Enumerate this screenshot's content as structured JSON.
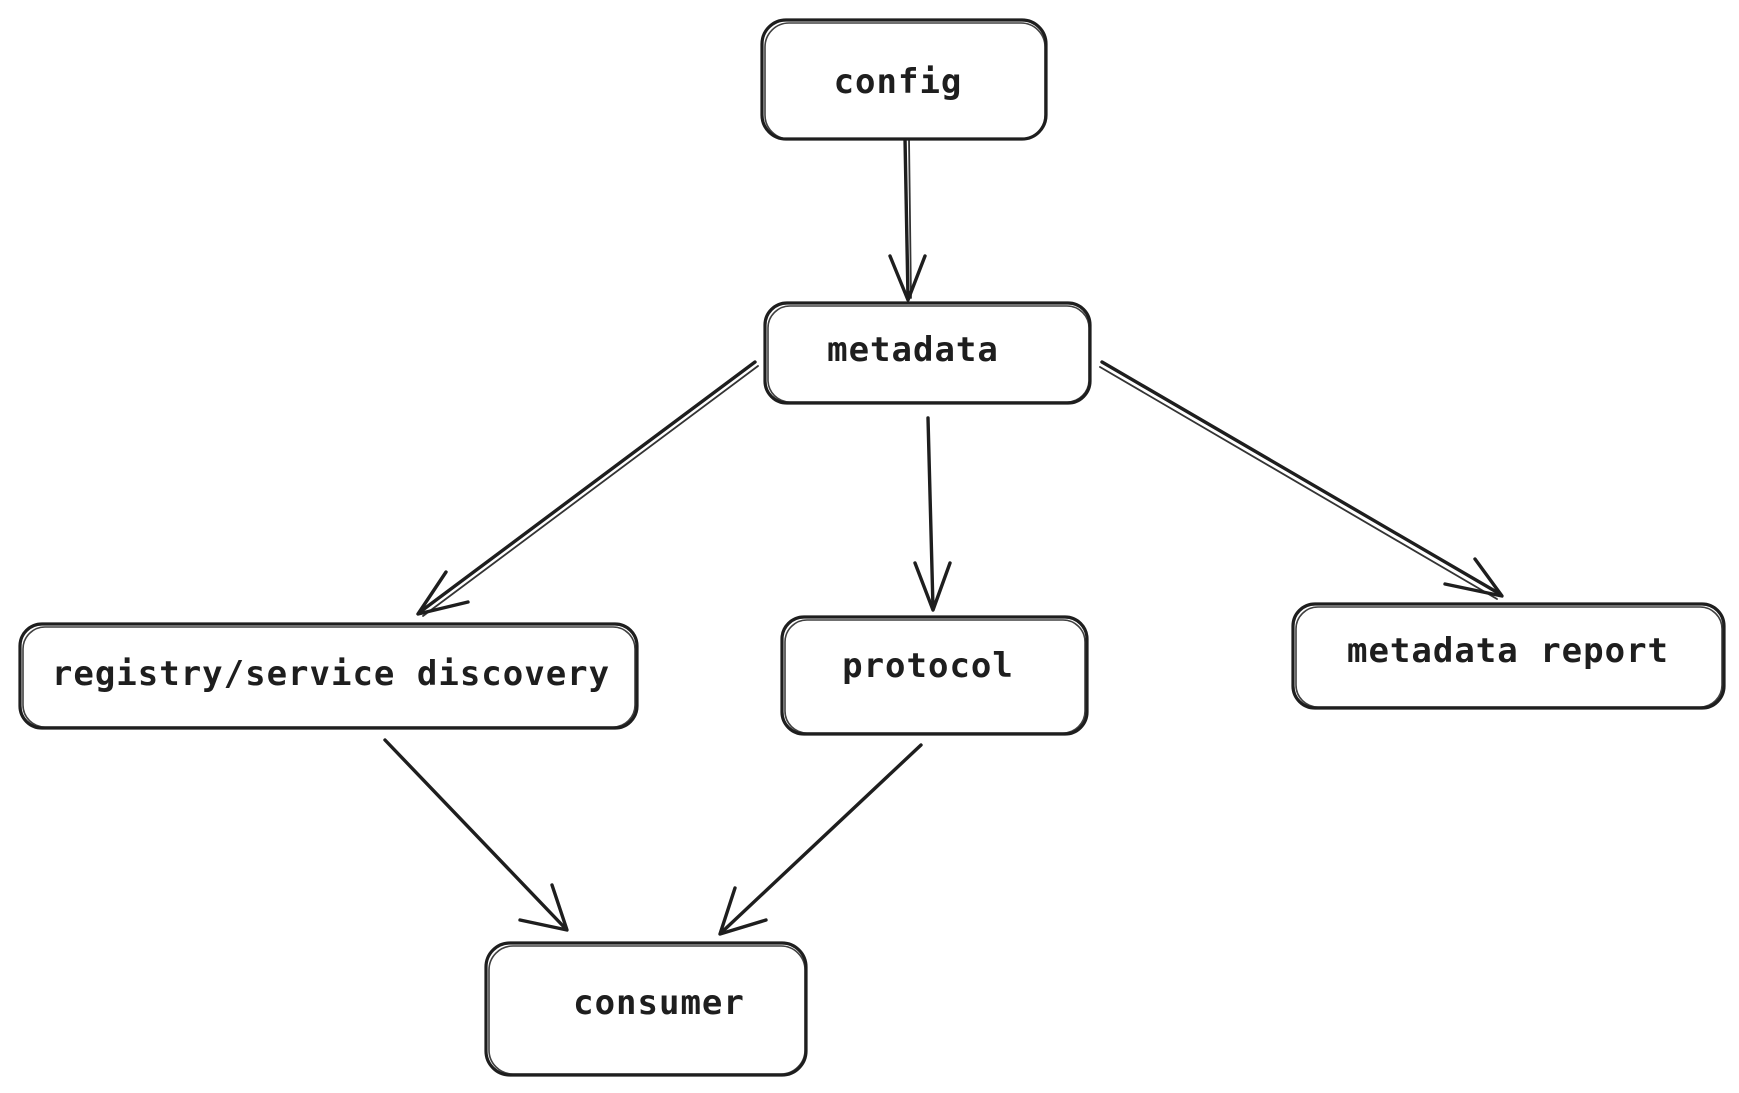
{
  "diagram": {
    "nodes": [
      {
        "id": "config",
        "label": "config"
      },
      {
        "id": "metadata",
        "label": "metadata"
      },
      {
        "id": "registry",
        "label": "registry/service discovery"
      },
      {
        "id": "protocol",
        "label": "protocol"
      },
      {
        "id": "metadata_report",
        "label": "metadata report"
      },
      {
        "id": "consumer",
        "label": "consumer"
      }
    ],
    "edges": [
      {
        "from": "config",
        "to": "metadata"
      },
      {
        "from": "metadata",
        "to": "registry"
      },
      {
        "from": "metadata",
        "to": "protocol"
      },
      {
        "from": "metadata",
        "to": "metadata_report"
      },
      {
        "from": "registry",
        "to": "consumer"
      },
      {
        "from": "protocol",
        "to": "consumer"
      }
    ],
    "style": {
      "stroke_color": "#1e1e1e",
      "background_color": "#ffffff"
    }
  }
}
